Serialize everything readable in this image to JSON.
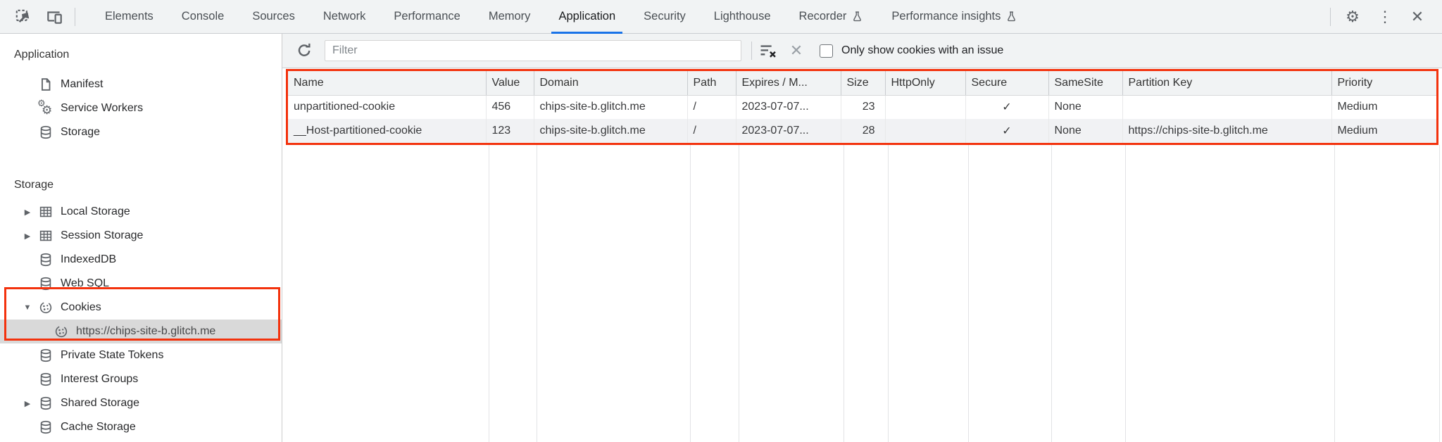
{
  "devtools": {
    "tabbar": {
      "left_icons": [
        "inspect-icon",
        "device-toolbar-icon"
      ],
      "tabs": [
        {
          "label": "Elements",
          "active": false
        },
        {
          "label": "Console",
          "active": false
        },
        {
          "label": "Sources",
          "active": false
        },
        {
          "label": "Network",
          "active": false
        },
        {
          "label": "Performance",
          "active": false
        },
        {
          "label": "Memory",
          "active": false
        },
        {
          "label": "Application",
          "active": true
        },
        {
          "label": "Security",
          "active": false
        },
        {
          "label": "Lighthouse",
          "active": false
        },
        {
          "label": "Recorder",
          "active": false,
          "badge_icon": "flask-icon"
        },
        {
          "label": "Performance insights",
          "active": false,
          "badge_icon": "flask-icon"
        }
      ],
      "right_icons": [
        "gear-icon",
        "kebab-menu-icon",
        "close-icon"
      ],
      "kebab_glyph": "⋮",
      "close_glyph": "✕",
      "gear_glyph": "⚙"
    },
    "sidebar": {
      "sections": [
        {
          "title": "Application",
          "items": [
            {
              "label": "Manifest",
              "icon": "file-icon"
            },
            {
              "label": "Service Workers",
              "icon": "service-worker-icon"
            },
            {
              "label": "Storage",
              "icon": "database-icon"
            }
          ]
        },
        {
          "title": "Storage",
          "items": [
            {
              "label": "Local Storage",
              "icon": "table-icon",
              "expander": "collapsed"
            },
            {
              "label": "Session Storage",
              "icon": "table-icon",
              "expander": "collapsed"
            },
            {
              "label": "IndexedDB",
              "icon": "database-icon",
              "expander": "none"
            },
            {
              "label": "Web SQL",
              "icon": "database-icon",
              "expander": "none"
            },
            {
              "label": "Cookies",
              "icon": "cookie-icon",
              "expander": "expanded",
              "annotated": true
            },
            {
              "label": "https://chips-site-b.glitch.me",
              "icon": "cookie-icon",
              "expander": "none",
              "child": true,
              "selected": true,
              "annotated": true
            },
            {
              "label": "Private State Tokens",
              "icon": "database-icon",
              "expander": "none"
            },
            {
              "label": "Interest Groups",
              "icon": "database-icon",
              "expander": "none"
            },
            {
              "label": "Shared Storage",
              "icon": "database-icon",
              "expander": "collapsed"
            },
            {
              "label": "Cache Storage",
              "icon": "database-icon",
              "expander": "none"
            }
          ]
        }
      ],
      "expander_collapsed_glyph": "▶",
      "expander_expanded_glyph": "▼"
    },
    "toolbar": {
      "refresh_icon": "refresh-icon",
      "filter": {
        "placeholder": "Filter",
        "value": ""
      },
      "clear_filter_icon": "clear-filter-icon",
      "clear_glyph": "✕",
      "checkbox": {
        "label": "Only show cookies with an issue",
        "checked": false
      }
    },
    "cookie_table": {
      "columns": [
        "Name",
        "Value",
        "Domain",
        "Path",
        "Expires / M...",
        "Size",
        "HttpOnly",
        "Secure",
        "SameSite",
        "Partition Key",
        "Priority"
      ],
      "rows": [
        {
          "name": "unpartitioned-cookie",
          "value": "456",
          "domain": "chips-site-b.glitch.me",
          "path": "/",
          "expires": "2023-07-07...",
          "size": "23",
          "http_only": "",
          "secure": "✓",
          "same_site": "None",
          "partition_key": "",
          "priority": "Medium"
        },
        {
          "name": "__Host-partitioned-cookie",
          "value": "123",
          "domain": "chips-site-b.glitch.me",
          "path": "/",
          "expires": "2023-07-07...",
          "size": "28",
          "http_only": "",
          "secure": "✓",
          "same_site": "None",
          "partition_key": "https://chips-site-b.glitch.me",
          "priority": "Medium"
        }
      ]
    },
    "colors": {
      "accent_blue": "#1a73e8",
      "annotation_red": "#f3320d",
      "toolbar_gray": "#f1f3f4",
      "selection_gray": "#d9d9d9",
      "stripe_gray": "#f1f2f4"
    }
  }
}
